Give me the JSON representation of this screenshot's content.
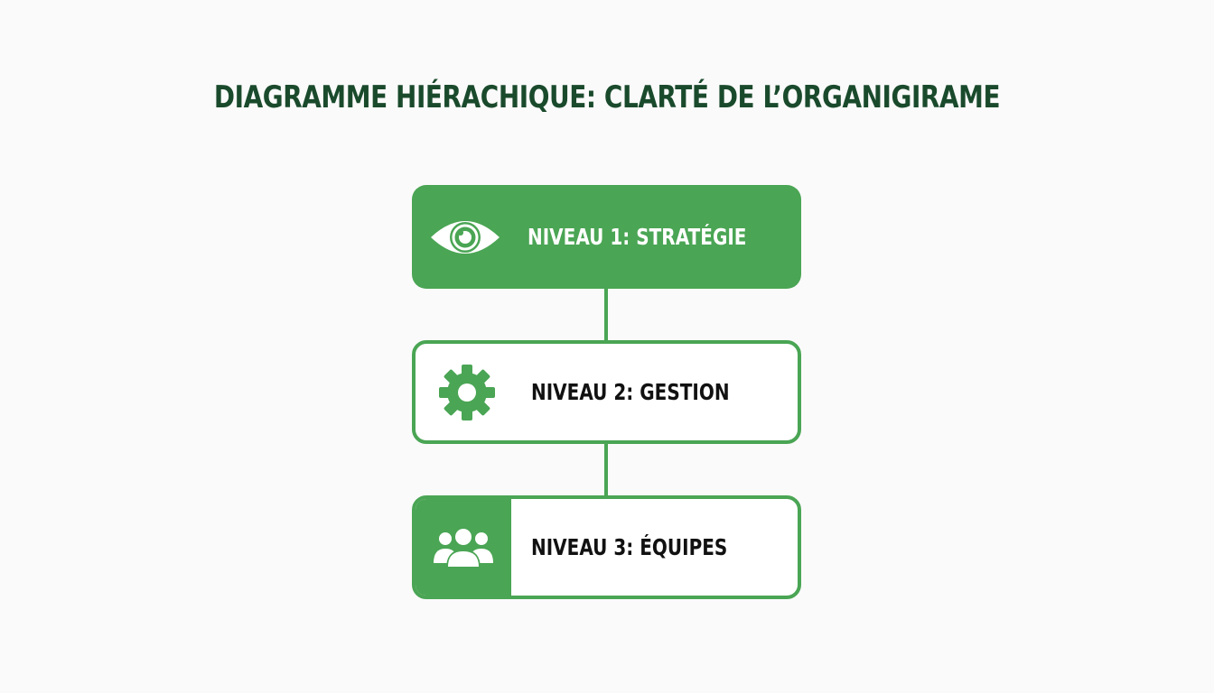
{
  "title": "DIAGRAMME HIÉRACHIQUE: CLARTÉ DE L’ORGANIGIRAME",
  "colors": {
    "accent": "#4aa554",
    "title": "#1a4a2c",
    "text": "#111111"
  },
  "levels": [
    {
      "label": "NIVEAU 1: STRATÉGIE",
      "icon": "eye-icon"
    },
    {
      "label": "NIVEAU 2: GESTION",
      "icon": "gear-icon"
    },
    {
      "label": "NIVEAU 3: ÉQUIPES",
      "icon": "team-icon"
    }
  ]
}
